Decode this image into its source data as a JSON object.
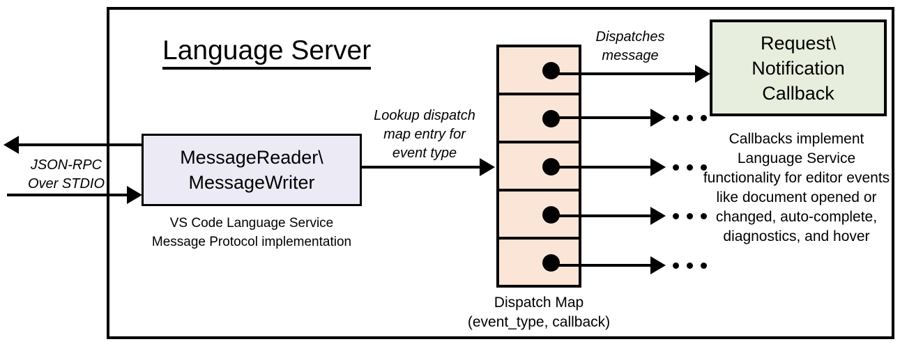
{
  "diagram": {
    "title": "Language Server",
    "outer_border_color": "#000000"
  },
  "reader": {
    "line1": "MessageReader\\",
    "line2": "MessageWriter",
    "fill_color": "#ECEAF4",
    "caption_line1": "VS Code Language Service",
    "caption_line2": "Message Protocol implementation"
  },
  "callback": {
    "line1": "Request\\",
    "line2": "Notification",
    "line3": "Callback",
    "fill_color": "#E8EEDD",
    "caption": "Callbacks implement Language Service functionality for editor events like document opened or changed, auto-complete, diagnostics, and hover"
  },
  "dispatch_map": {
    "fill_color": "#FBE5D6",
    "caption_line1": "Dispatch Map",
    "caption_line2": "(event_type, callback)",
    "rows": [
      {
        "id": "row-1",
        "target": "callback-box"
      },
      {
        "id": "row-2",
        "target": "ellipsis"
      },
      {
        "id": "row-3",
        "target": "ellipsis"
      },
      {
        "id": "row-4",
        "target": "ellipsis"
      },
      {
        "id": "row-5",
        "target": "ellipsis"
      }
    ]
  },
  "labels": {
    "jsonrpc_line1": "JSON-RPC",
    "jsonrpc_line2": "Over STDIO",
    "lookup_line1": "Lookup dispatch",
    "lookup_line2": "map entry for",
    "lookup_line3": "event type",
    "dispatches_line1": "Dispatches",
    "dispatches_line2": "message"
  }
}
